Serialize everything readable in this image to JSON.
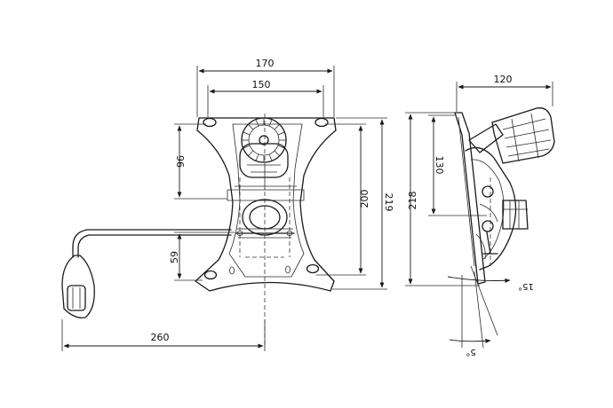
{
  "dimensions": {
    "front_overall_width": "170",
    "front_hole_span": "150",
    "front_height_96": "96",
    "front_height_200": "200",
    "front_height_219": "219",
    "front_height_59": "59",
    "lever_length": "260",
    "side_width": "120",
    "side_height_130": "130",
    "side_height_218": "218",
    "tilt_angle_15": "15°",
    "tilt_angle_5": "5°"
  },
  "colors": {
    "line": "#1a1a1a",
    "background": "#ffffff"
  }
}
